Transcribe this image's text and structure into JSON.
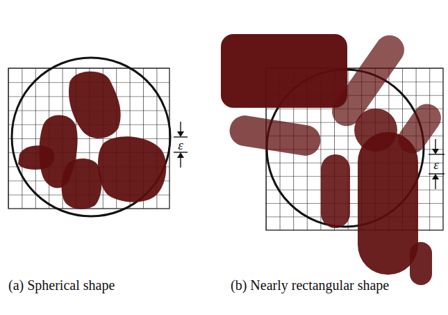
{
  "diagram": {
    "labels": [
      "ε",
      "ε",
      "(a) Spherical shape",
      "(b) Nearly rectangular shape"
    ]
  }
}
